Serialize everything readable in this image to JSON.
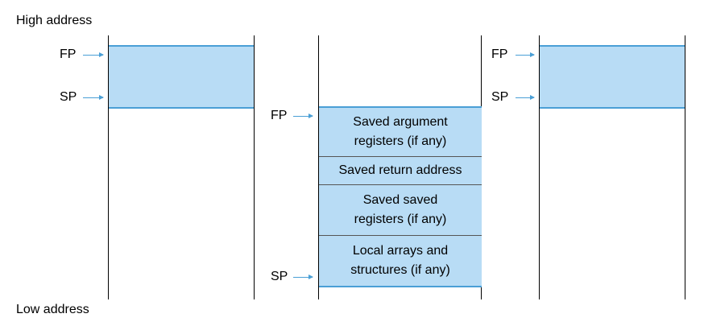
{
  "labels": {
    "high_address": "High address",
    "low_address": "Low address",
    "fp": "FP",
    "sp": "SP"
  },
  "middle_stack": {
    "cells": [
      "Saved argument registers (if any)",
      "Saved return address",
      "Saved saved registers (if any)",
      "Local arrays and structures (if any)"
    ]
  },
  "colors": {
    "frame_fill": "#b8dcf5",
    "frame_edge": "#4a9fd6",
    "arrow": "#4a9fd6"
  }
}
